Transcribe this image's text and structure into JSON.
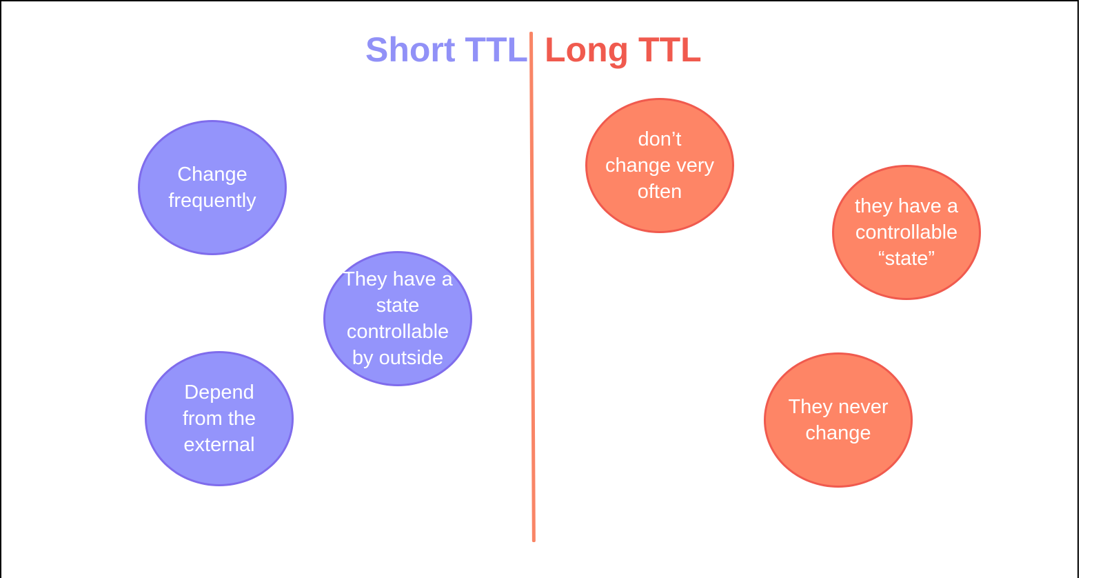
{
  "headings": {
    "short": "Short TTL",
    "long": "Long TTL"
  },
  "colors": {
    "short_fill": "#9494fb",
    "short_stroke": "#7f6cec",
    "short_heading": "#9191f7",
    "long_fill": "#fe8566",
    "long_stroke": "#f05a4e",
    "long_heading": "#f05a4e",
    "divider": "#f98566"
  },
  "short_ttl": {
    "items": [
      "Change\nfrequently",
      "They have a\nstate\ncontrollable\nby outside",
      "Depend\nfrom the\nexternal"
    ]
  },
  "long_ttl": {
    "items": [
      "don’t\nchange very\noften",
      "they have a\ncontrollable\n“state”",
      "They never\nchange"
    ]
  }
}
